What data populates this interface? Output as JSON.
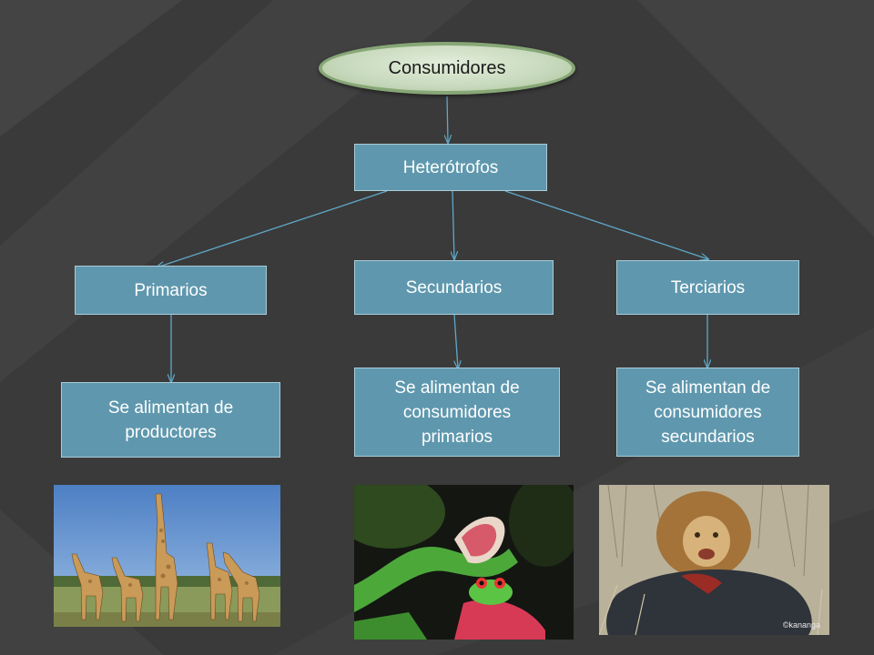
{
  "root": {
    "label": "Consumidores"
  },
  "heterotrofos": {
    "label": "Heterótrofos"
  },
  "categories": [
    {
      "label": "Primarios",
      "description": "Se alimentan de productores"
    },
    {
      "label": "Secundarios",
      "description": "Se alimentan de consumidores primarios"
    },
    {
      "label": "Terciarios",
      "description": "Se alimentan de consumidores secundarios"
    }
  ],
  "photos": {
    "giraffes": {
      "icon": "giraffe-photo"
    },
    "snake_frog": {
      "icon": "snake-frog-photo"
    },
    "lion": {
      "icon": "lion-photo",
      "credit": "©kananga"
    }
  },
  "colors": {
    "background": "#3a3a3a",
    "box_fill": "#5f98ae",
    "box_border": "#a9cbd8",
    "oval_fill": "#c7d9bc",
    "connector": "#5fa8c8"
  }
}
